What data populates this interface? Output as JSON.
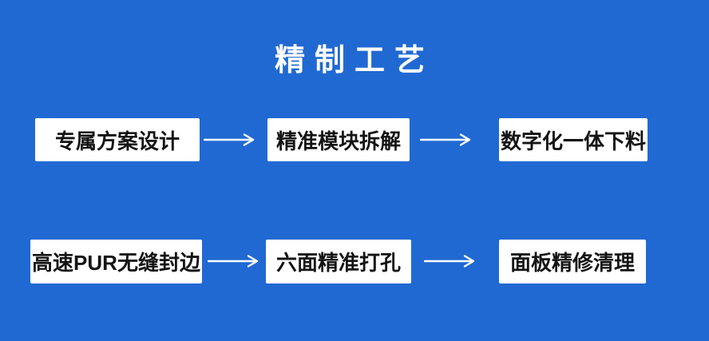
{
  "title": "精制工艺",
  "colors": {
    "background": "#2169d2",
    "box_background": "#ffffff",
    "box_text": "#141414",
    "title_text": "#ffffff",
    "arrow": "#ffffff"
  },
  "flow": {
    "rows": [
      {
        "steps": [
          {
            "label": "专属方案设计"
          },
          {
            "label": "精准模块拆解"
          },
          {
            "label": "数字化一体下料"
          }
        ]
      },
      {
        "steps": [
          {
            "label": "高速PUR无缝封边"
          },
          {
            "label": "六面精准打孔"
          },
          {
            "label": "面板精修清理"
          }
        ]
      }
    ]
  }
}
